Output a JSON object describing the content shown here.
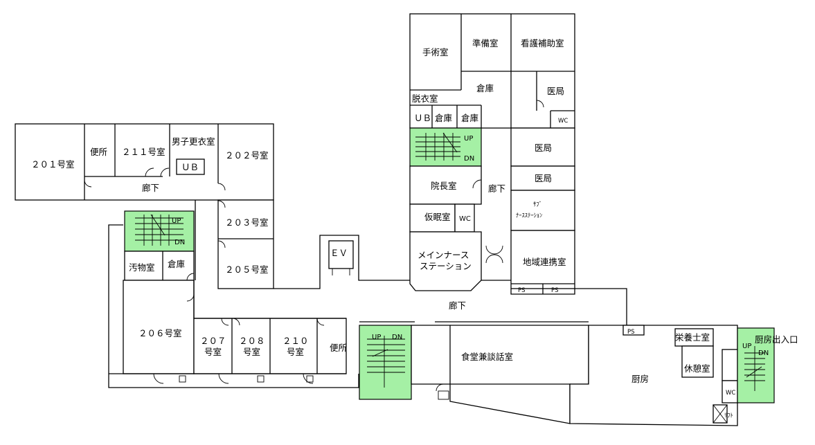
{
  "rooms": {
    "r201": "２０１号室",
    "benjo1": "便所",
    "r211": "２１１号室",
    "men_locker": "男子更衣室",
    "ub1": "ＵＢ",
    "r202": "２０２号室",
    "corridor1": "廊下",
    "r203": "２０３号室",
    "r205": "２０５号室",
    "obutsu": "汚物室",
    "souko1": "倉庫",
    "r206": "２０６号室",
    "r207a": "２０７",
    "r207b": "号室",
    "r208a": "２０８",
    "r208b": "号室",
    "r210a": "２１０",
    "r210b": "号室",
    "benjo2": "便所",
    "ev": "ＥＶ",
    "shujutsu": "手術室",
    "junbi": "準備室",
    "kango": "看護補助室",
    "souko2": "倉庫",
    "iky1": "医局",
    "datsui": "脱衣室",
    "ub2": "ＵＢ",
    "souko3": "倉庫",
    "souko4": "倉庫",
    "wc1": "WC",
    "iky2": "医局",
    "inchou": "院長室",
    "corridor2": "廊下",
    "iky3": "医局",
    "sub_a": "ｻﾌﾞ",
    "sub_b": "ﾅｰｽｽﾃｰｼｮﾝ",
    "kamin": "仮眠室",
    "wc2": "WC",
    "main_a": "メインナース",
    "main_b": "ステーション",
    "chiiki": "地域連携室",
    "ps1": "PS",
    "ps2": "PS",
    "corridor3": "廊下",
    "shokudou": "食堂兼談話室",
    "ps3": "PS",
    "eiyou": "栄養士室",
    "kyuukei": "休憩室",
    "chubou": "厨房",
    "chubou_entrance": "厨房出入口",
    "wc3": "WC",
    "lift": "ﾘﾌﾄ"
  },
  "stairs": {
    "up": "UP",
    "dn": "DN"
  },
  "colors": {
    "stair_fill": "#a5f0a5",
    "wall": "#000000"
  }
}
